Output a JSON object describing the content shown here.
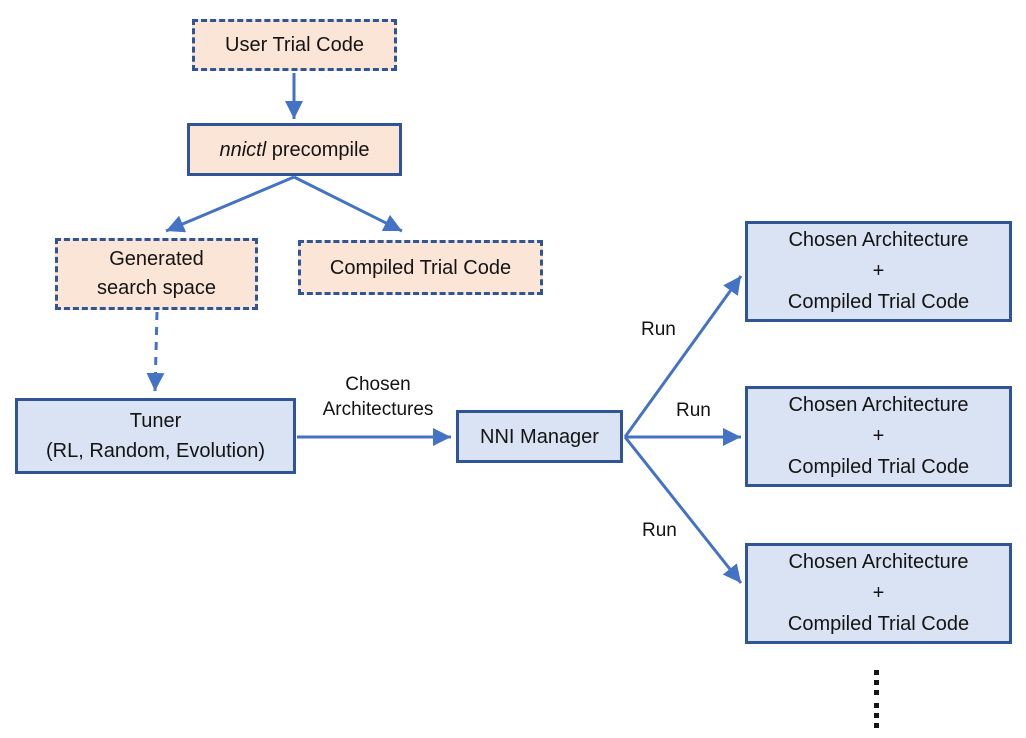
{
  "colors": {
    "peach_fill": "#fbe5d6",
    "blue_fill": "#dae3f3",
    "border_dark_blue": "#2f5597",
    "arrow_blue": "#4472c4",
    "text": "#141414",
    "background": "#ffffff"
  },
  "nodes": {
    "user_trial_code": {
      "label": "User Trial Code"
    },
    "nnictl_precompile": {
      "command": "nnictl",
      "rest": "precompile"
    },
    "generated_search_space": {
      "line1": "Generated",
      "line2": "search space"
    },
    "compiled_trial_code": {
      "label": "Compiled Trial Code"
    },
    "tuner": {
      "line1": "Tuner",
      "line2": "(RL, Random, Evolution)"
    },
    "nni_manager": {
      "label": "NNI Manager"
    }
  },
  "trials": [
    {
      "line1": "Chosen Architecture",
      "line2": "+",
      "line3": "Compiled Trial Code"
    },
    {
      "line1": "Chosen Architecture",
      "line2": "+",
      "line3": "Compiled Trial Code"
    },
    {
      "line1": "Chosen Architecture",
      "line2": "+",
      "line3": "Compiled Trial Code"
    }
  ],
  "edge_labels": {
    "chosen_architectures": {
      "line1": "Chosen",
      "line2": "Architectures"
    },
    "run_top": "Run",
    "run_middle": "Run",
    "run_bottom": "Run"
  },
  "more_indicator": "vertical-ellipsis"
}
